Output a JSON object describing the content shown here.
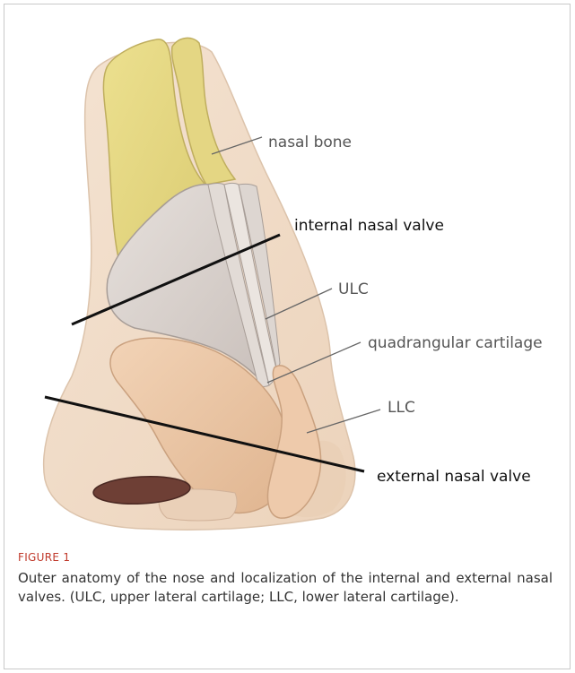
{
  "labels": {
    "nasal_bone": "nasal bone",
    "internal_valve": "internal nasal valve",
    "ulc": "ULC",
    "quadrangular": "quadrangular cartilage",
    "llc": "LLC",
    "external_valve": "external nasal valve"
  },
  "caption": {
    "figure_number": "FIGURE 1",
    "text": "Outer anatomy of the nose and localization of the internal and external nasal valves. (ULC, upper lateral cartilage; LLC, lower lateral cartilage)."
  },
  "colors": {
    "skin": "#f1dcc7",
    "nasal_bone": "#e8d98e",
    "upper_lateral_cartilage": "#d9d1cc",
    "lower_lateral_cartilage": "#e9c3a2",
    "nostril": "#6e3f35",
    "caption_accent": "#c0392b"
  }
}
